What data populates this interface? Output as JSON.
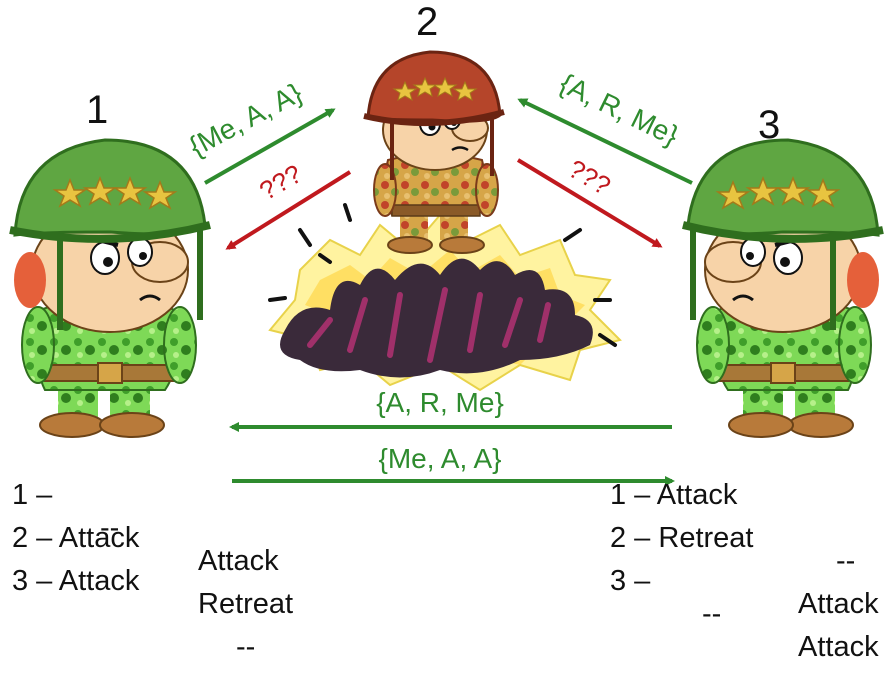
{
  "general_numbers": {
    "g1": "1",
    "g2": "2",
    "g3": "3"
  },
  "messages": {
    "g1_to_g2": "{Me, A, A}",
    "g3_to_g2": "{A, R, Me}",
    "g2_to_g1": "???",
    "g2_to_g3": "???",
    "g3_to_g1": "{A, R, Me}",
    "g1_to_g3": "{Me, A, A}"
  },
  "colors": {
    "honest": "#2e8b2e",
    "traitor": "#c0191e",
    "text": "#111111"
  },
  "left_table": {
    "rows": [
      {
        "label": "1 –",
        "received_from_2": "--",
        "received_from_3": "Attack"
      },
      {
        "label": "2 – Attack",
        "received_from_2": "",
        "received_from_3": "Retreat"
      },
      {
        "label": "3 – Attack",
        "received_from_2": "",
        "received_from_3": "--"
      }
    ]
  },
  "right_table": {
    "rows": [
      {
        "label": "1 – Attack",
        "col2": "",
        "col3": "--"
      },
      {
        "label": "2 – Retreat",
        "col2": "",
        "col3": "Attack"
      },
      {
        "label": "3 –",
        "col2": "--",
        "col3": "Attack"
      }
    ]
  },
  "icons": [
    "soldier-icon",
    "explosion-icon",
    "arrow-icon"
  ]
}
